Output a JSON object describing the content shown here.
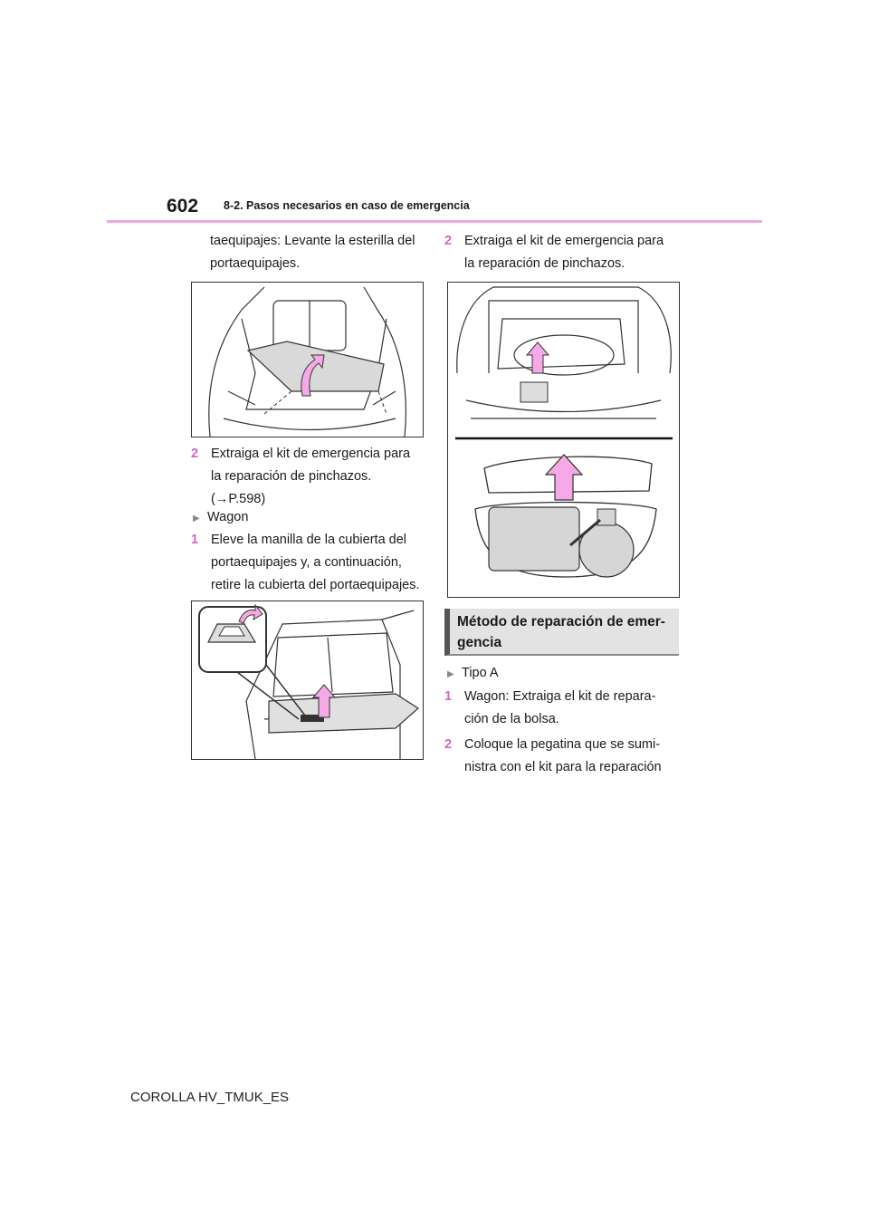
{
  "header": {
    "page_number": "602",
    "section_title": "8-2. Pasos necesarios en caso de emergencia"
  },
  "left_column": {
    "intro_line1": "taequipajes: Levante la esterilla del",
    "intro_line2": "portaequipajes.",
    "step2": {
      "num": "2",
      "line1": "Extraiga el kit de emergencia para",
      "line2": "la reparación de pinchazos.",
      "line3": "(→P.598)"
    },
    "wagon_label": "Wagon",
    "step1": {
      "num": "1",
      "line1": "Eleve la manilla de la cubierta del",
      "line2": "portaequipajes y, a continuación,",
      "line3": "retire la cubierta del portaequipajes."
    }
  },
  "right_column": {
    "step2": {
      "num": "2",
      "line1": "Extraiga el kit de emergencia para",
      "line2": "la reparación de pinchazos."
    },
    "heading_line1": "Método de reparación de emer-",
    "heading_line2": "gencia",
    "tipo_label": "Tipo A",
    "step1": {
      "num": "1",
      "line1": "Wagon: Extraiga el kit de repara-",
      "line2": "ción de la bolsa."
    },
    "step2b": {
      "num": "2",
      "line1": "Coloque la pegatina que se sumi-",
      "line2": "nistra con el kit para la reparación"
    }
  },
  "footer": {
    "model": "COROLLA HV_TMUK_ES"
  },
  "colors": {
    "accent_pink": "#d964c0",
    "rule_pink": "#f0a6dc",
    "arrow_pink": "#f5a9e6",
    "heading_bg": "#e3e3e3"
  },
  "icons": [
    "triangle-bullet-icon",
    "up-arrow-icon"
  ]
}
